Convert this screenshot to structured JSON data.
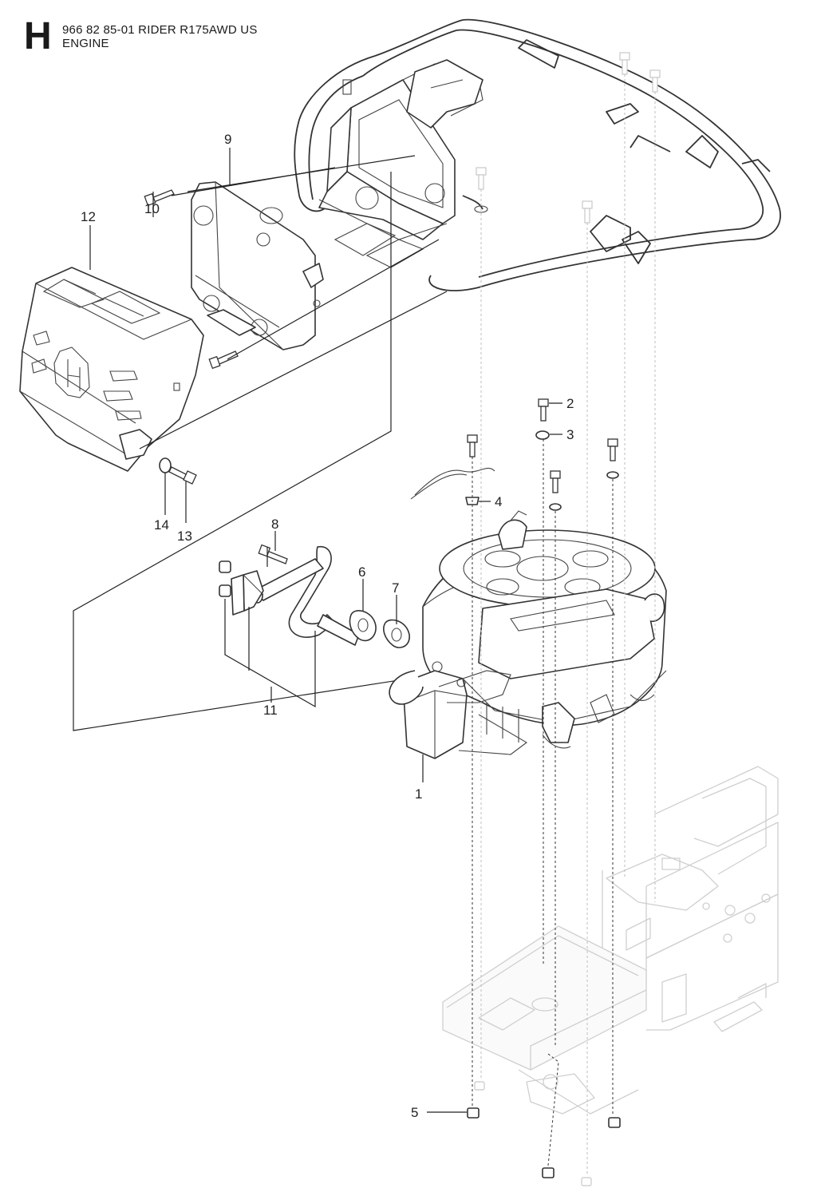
{
  "header": {
    "section_letter": "H",
    "title_line1": "966 82 85-01 RIDER R175AWD US",
    "title_line2": "ENGINE"
  },
  "callouts": [
    {
      "id": "1",
      "label": "1"
    },
    {
      "id": "2",
      "label": "2"
    },
    {
      "id": "3",
      "label": "3"
    },
    {
      "id": "4",
      "label": "4"
    },
    {
      "id": "5",
      "label": "5"
    },
    {
      "id": "6",
      "label": "6"
    },
    {
      "id": "7",
      "label": "7"
    },
    {
      "id": "8",
      "label": "8"
    },
    {
      "id": "9",
      "label": "9"
    },
    {
      "id": "10",
      "label": "10"
    },
    {
      "id": "11",
      "label": "11"
    },
    {
      "id": "12",
      "label": "12"
    },
    {
      "id": "13",
      "label": "13"
    },
    {
      "id": "14",
      "label": "14"
    }
  ]
}
